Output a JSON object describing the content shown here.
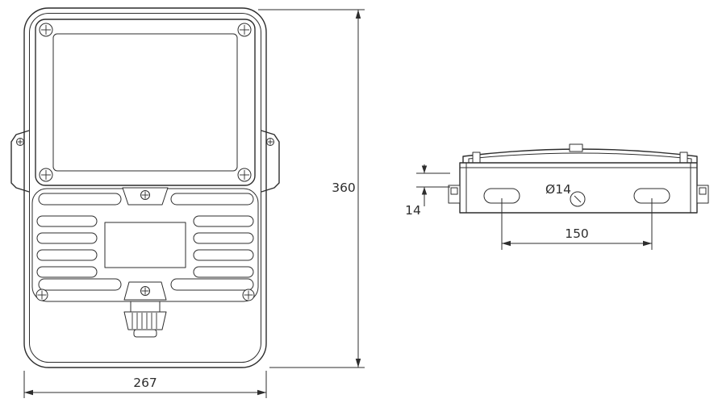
{
  "page": {
    "background": "#ffffff",
    "line_color": "#2d2d2d"
  },
  "drawing": {
    "type": "technical-drawing",
    "dimensions": {
      "front_width": "267",
      "front_height": "360",
      "side_offset": "14",
      "hole_diameter": "Ø14",
      "hole_spacing": "150"
    }
  }
}
